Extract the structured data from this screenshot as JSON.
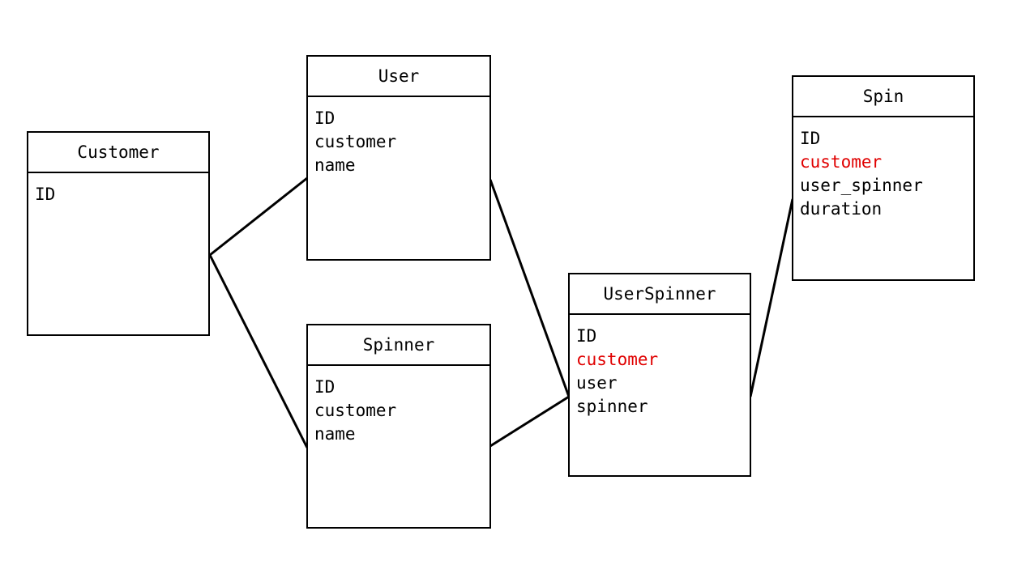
{
  "entities": {
    "customer": {
      "name": "Customer",
      "fields": [
        {
          "label": "ID",
          "highlight": false
        }
      ]
    },
    "user": {
      "name": "User",
      "fields": [
        {
          "label": "ID",
          "highlight": false
        },
        {
          "label": "customer",
          "highlight": false
        },
        {
          "label": "name",
          "highlight": false
        }
      ]
    },
    "spinner": {
      "name": "Spinner",
      "fields": [
        {
          "label": "ID",
          "highlight": false
        },
        {
          "label": "customer",
          "highlight": false
        },
        {
          "label": "name",
          "highlight": false
        }
      ]
    },
    "userspinner": {
      "name": "UserSpinner",
      "fields": [
        {
          "label": "ID",
          "highlight": false
        },
        {
          "label": "customer",
          "highlight": true
        },
        {
          "label": "user",
          "highlight": false
        },
        {
          "label": "spinner",
          "highlight": false
        }
      ]
    },
    "spin": {
      "name": "Spin",
      "fields": [
        {
          "label": "ID",
          "highlight": false
        },
        {
          "label": "customer",
          "highlight": true
        },
        {
          "label": "user_spinner",
          "highlight": false
        },
        {
          "label": "duration",
          "highlight": false
        }
      ]
    }
  },
  "relationships": [
    {
      "from": "customer",
      "to": "user"
    },
    {
      "from": "customer",
      "to": "spinner"
    },
    {
      "from": "user",
      "to": "userspinner"
    },
    {
      "from": "spinner",
      "to": "userspinner"
    },
    {
      "from": "userspinner",
      "to": "spin"
    }
  ],
  "colors": {
    "line": "#000000",
    "highlight": "#e00000"
  }
}
